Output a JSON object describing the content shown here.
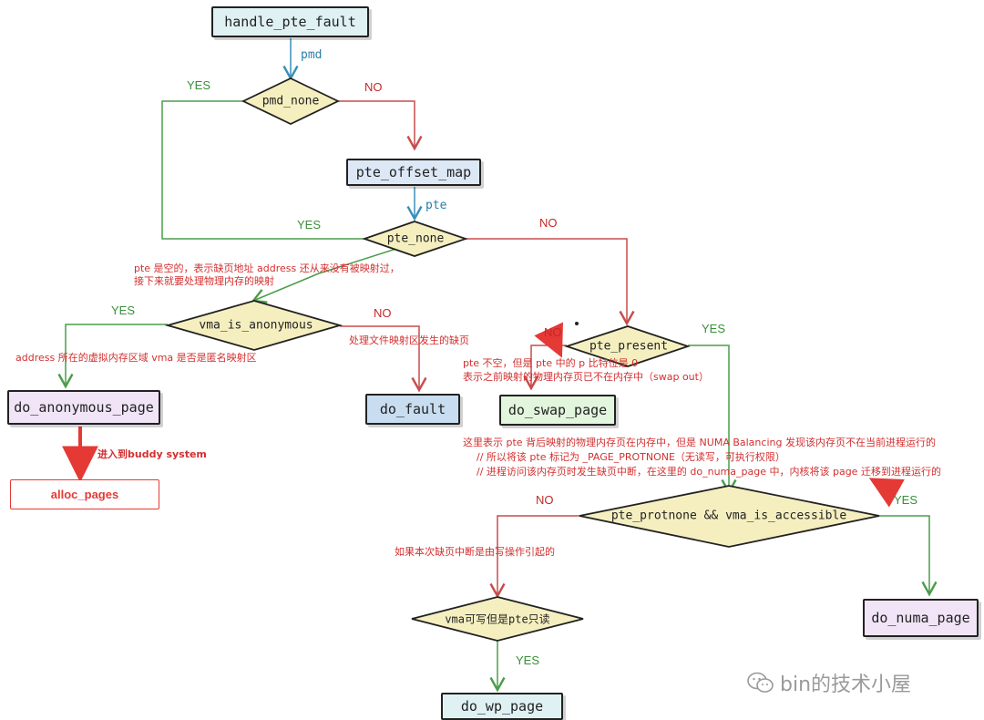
{
  "nodes": {
    "handle_pte_fault": "handle_pte_fault",
    "pmd_none": "pmd_none",
    "pte_offset_map": "pte_offset_map",
    "pte_none": "pte_none",
    "vma_is_anonymous": "vma_is_anonymous",
    "do_anonymous_page": "do_anonymous_page",
    "do_fault": "do_fault",
    "alloc_pages": "alloc_pages",
    "pte_present": "pte_present",
    "do_swap_page": "do_swap_page",
    "pte_protnone_vma_is_accessible": "pte_protnone && vma_is_accessible",
    "do_numa_page": "do_numa_page",
    "vma_write_pte_readonly": "vma可写但是pte只读",
    "do_wp_page": "do_wp_page"
  },
  "edge_labels": {
    "pmd": "pmd",
    "pte": "pte",
    "yes": "YES",
    "no": "NO"
  },
  "notes": {
    "pte_empty_line1": "pte 是空的，表示缺页地址 address 还从来没有被映射过，",
    "pte_empty_line2": "接下来就要处理物理内存的映射",
    "anon_region": "address 所在的虚拟内存区域 vma 是否是匿名映射区",
    "file_mapping_fault": "处理文件映射区发生的缺页",
    "buddy": "进入到buddy system",
    "swap_line1": "pte 不空，但是 pte 中的 p 比特位是 0",
    "swap_line2": "表示之前映射的物理内存页已不在内存中（swap out）",
    "numa_line1": "这里表示 pte 背后映射的物理内存页在内存中，但是 NUMA Balancing 发现该内存页不在当前进程运行的",
    "numa_line2": "// 所以将该 pte 标记为 _PAGE_PROTNONE（无读写，可执行权限）",
    "numa_line3": "// 进程访问该内存页时发生缺页中断，在这里的 do_numa_page 中，内核将该 page 迁移到进程运行的",
    "write_fault": "如果本次缺页中断是由写操作引起的"
  },
  "watermark": "bin的技术小屋",
  "colors": {
    "yes_edge": "#4a9d4a",
    "no_edge": "#c94b4b",
    "blue_edge": "#3a8fb8",
    "decision_fill": "#f5efc0",
    "annotation_red": "#d32f2f"
  }
}
